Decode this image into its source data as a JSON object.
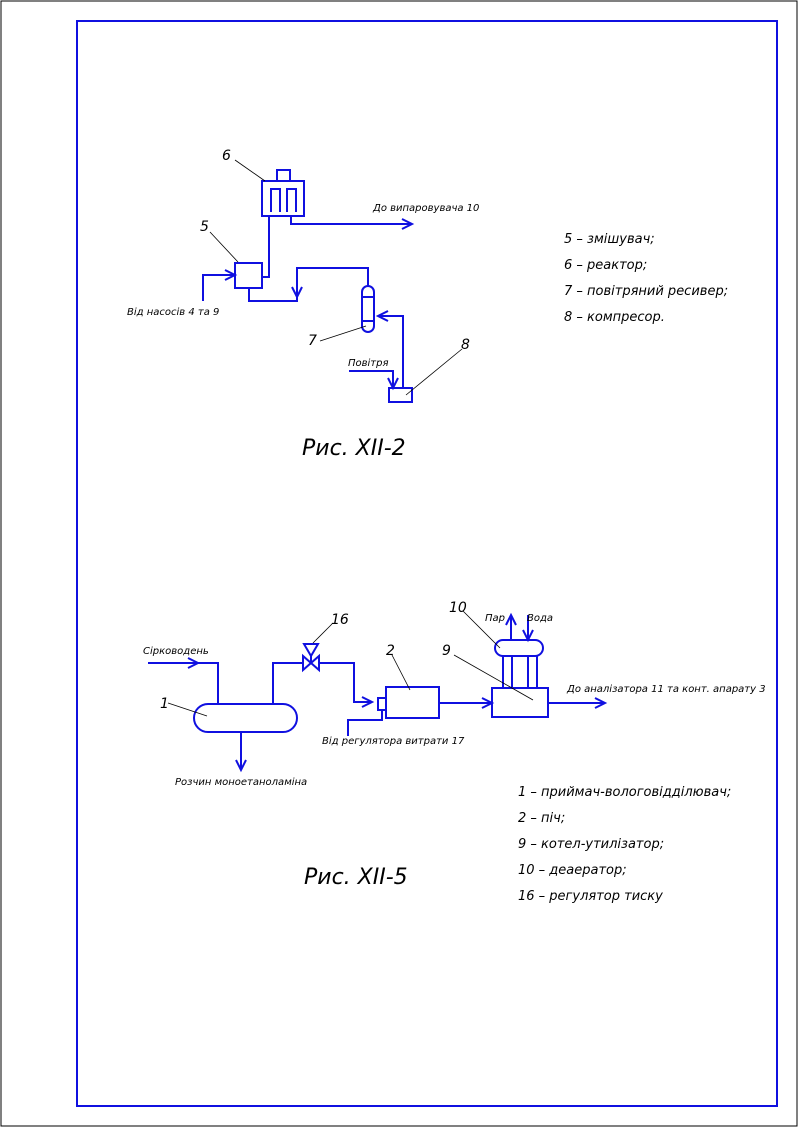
{
  "fig1": {
    "caption": "Рис. XII-2",
    "numbers": {
      "n6": "6",
      "n5": "5",
      "n7": "7",
      "n8": "8"
    },
    "labels": {
      "to_evaporator": "До випаровувача 10",
      "from_pumps": "Від насосів 4 та 9",
      "air": "Повітря"
    },
    "legend": [
      "5 – змішувач;",
      "6 – реактор;",
      "7 – повітряний ресивер;",
      "8 – компресор."
    ]
  },
  "fig2": {
    "caption": "Рис. XII-5",
    "numbers": {
      "n1": "1",
      "n2": "2",
      "n9": "9",
      "n10": "10",
      "n16": "16"
    },
    "labels": {
      "h2s": "Сірководень",
      "mea": "Розчин моноетаноламіна",
      "flow_reg": "Від регулятора витрати 17",
      "steam": "Пар",
      "water": "Вода",
      "to_analyzer": "До аналізатора 11 та конт. апарату 3"
    },
    "legend": [
      "1 – приймач-вологовідділювач;",
      "2 – піч;",
      "9 – котел-утилізатор;",
      "10 – деаератор;",
      "16 – регулятор тиску"
    ]
  }
}
